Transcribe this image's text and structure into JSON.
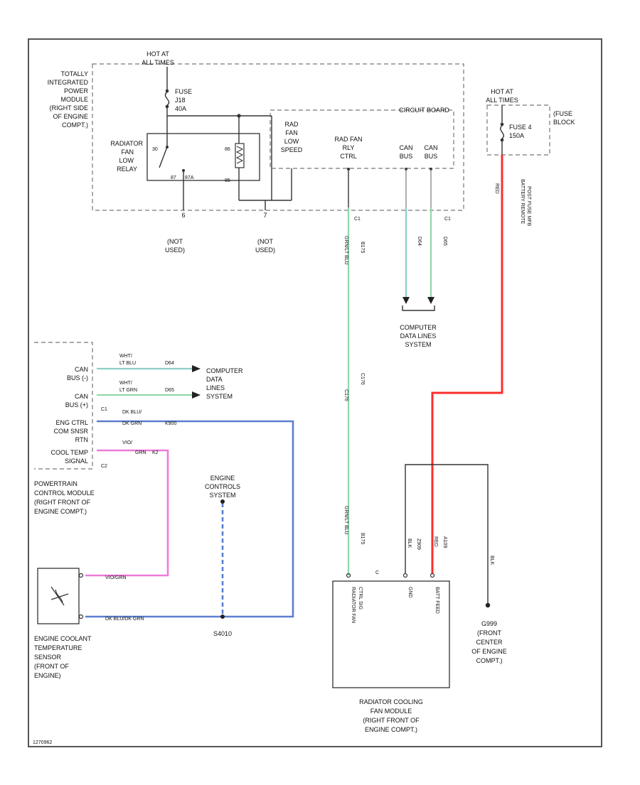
{
  "tipm": {
    "label": [
      "TOTALLY",
      "INTEGRATED",
      "POWER",
      "MODULE",
      "(RIGHT SIDE",
      "OF ENGINE",
      "COMPT.)"
    ],
    "hot_at": [
      "HOT AT",
      "ALL TIMES"
    ],
    "fuse": [
      "FUSE",
      "J18",
      "40A"
    ],
    "relay": [
      "RADIATOR",
      "FAN",
      "LOW",
      "RELAY"
    ],
    "relay_pins": {
      "p30": "30",
      "p87": "87",
      "p87a": "87A",
      "p86": "86",
      "p85": "85"
    },
    "circuit_board": "CIRCUIT BOARD",
    "rad_fan_low_speed": [
      "RAD",
      "FAN",
      "LOW",
      "SPEED"
    ],
    "rad_fan_rly_ctrl": [
      "RAD FAN",
      "RLY",
      "CTRL"
    ],
    "can_bus_1": [
      "CAN",
      "BUS"
    ],
    "can_bus_2": [
      "CAN",
      "BUS"
    ],
    "pin_left": "6",
    "pin_right": "7",
    "not_used_1": [
      "(NOT",
      "USED)"
    ],
    "not_used_2": [
      "(NOT",
      "USED)"
    ],
    "c1": "C1"
  },
  "fuse_block": {
    "hot_at": [
      "HOT AT",
      "ALL TIMES"
    ],
    "fuse": [
      "FUSE 4",
      "150A"
    ],
    "label": [
      "(FUSE",
      "BLOCK"
    ]
  },
  "battery_wire_label": [
    "BATTERY REMOTE",
    "POST FUSE MFB"
  ],
  "wires": {
    "ctrl_wire": "GRN/LT BLU",
    "ctrl_wire_code": "B175",
    "ctrl_wire_lower": "GRN/LT BLU",
    "ctrl_wire_lower_code": "B175",
    "ctrl_mid_code": "C176",
    "ctrl_mid_code2": "C176",
    "can_a": "D64",
    "can_b": "D65",
    "pcm_can1": [
      "WHT/",
      "LT BLU",
      "D64"
    ],
    "pcm_can2": [
      "WHT/",
      "LT GRN",
      "D65"
    ],
    "pcm_ect_wire": [
      "DK BLU/",
      "DK GRN",
      "K900"
    ],
    "pcm_sig_wire": [
      "VIO/",
      "GRN",
      "K2"
    ],
    "sensor_top_wire": "VIO/GRN",
    "sensor_bottom_wire": "DK BLU/DK GRN",
    "module_wire_a": "BLK",
    "module_wire_b": "Z909",
    "module_wire_c": "RED",
    "module_wire_d": "A109",
    "ground_wire": "BLK"
  },
  "computer_data_lines_1": [
    "COMPUTER",
    "DATA LINES",
    "SYSTEM"
  ],
  "computer_data_lines_2": [
    "COMPUTER",
    "DATA",
    "LINES",
    "SYSTEM"
  ],
  "pcm": {
    "can_bus_1": [
      "CAN",
      "BUS (-)"
    ],
    "can_bus_2": [
      "CAN",
      "BUS (+)"
    ],
    "c1": "C1",
    "eng_ctrl": [
      "ENG CTRL",
      "COM SNSR",
      "RTN"
    ],
    "cool_temp": [
      "COOL TEMP",
      "SIGNAL"
    ],
    "c2": "C2",
    "label": [
      "POWERTRAIN",
      "CONTROL MODULE",
      "(RIGHT FRONT OF",
      "ENGINE COMPT.)"
    ]
  },
  "engine_controls": [
    "ENGINE",
    "CONTROLS",
    "SYSTEM"
  ],
  "splice": "S4010",
  "sensor": [
    "ENGINE COOLANT",
    "TEMPERATURE",
    "SENSOR",
    "(FRONT OF",
    "ENGINE)"
  ],
  "fan_module": {
    "pins": [
      "RADIATOR FAN",
      "CTRL SIG",
      "GND",
      "BATT FEED"
    ],
    "label": [
      "RADIATOR COOLING",
      "FAN MODULE",
      "(RIGHT FRONT OF",
      "ENGINE COMPT.)"
    ]
  },
  "ground": [
    "G999",
    "(FRONT",
    "CENTER",
    "OF ENGINE",
    "COMPT.)"
  ],
  "footer_code": "1270962",
  "colors": {
    "green": "#8fd8a8",
    "teal": "#8ccfc6",
    "red": "#ff2d2d",
    "pink": "#ee7bd9",
    "blue": "#5b7fcf",
    "gray": "#777777"
  }
}
